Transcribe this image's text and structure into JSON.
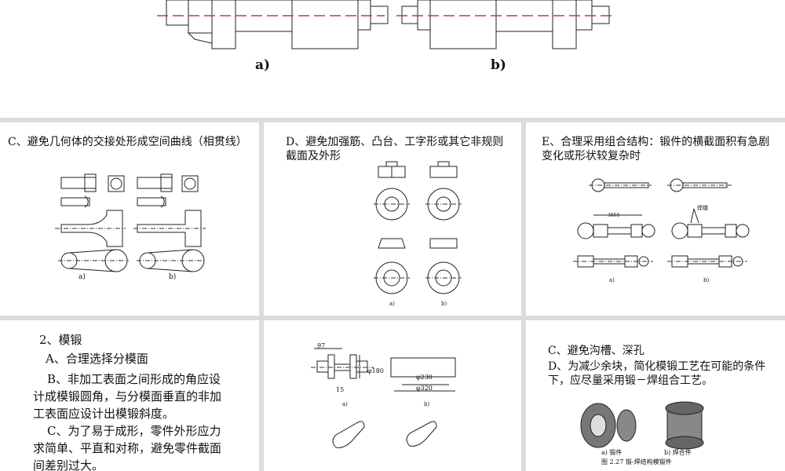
{
  "top_figure": {
    "label_a": "a)",
    "label_b": "b)"
  },
  "tile_c": {
    "title": "C、避免几何体的交接处形成空间曲线（相贯线）",
    "fig_a": "a)",
    "fig_b": "b)"
  },
  "tile_d": {
    "title": "D、避免加强筋、凸台、工字形或其它非规则截面及外形",
    "fig_a": "a)",
    "fig_b": "b)"
  },
  "tile_e": {
    "title": "E、合理采用组合结构：锻件的横截面积有急剧变化或形状较复杂时",
    "dim_1": "3855",
    "weld_label": "焊缝",
    "fig_a": "a)",
    "fig_b": "b)"
  },
  "tile_forging": {
    "heading": "2、模锻",
    "item_a": "A、合理选择分模面",
    "item_b": "B、非加工表面之间形成的角应设计成模锻圆角，与分模面垂直的非加工表面应设计出模锻斜度。",
    "item_c": "C、为了易于成形，零件外形应力求简单、平直和对称，避免零件截面间差别过大。"
  },
  "tile_fig": {
    "dim_97": "97",
    "dim_180": "φ180",
    "dim_15": "15",
    "dim_230": "φ230",
    "dim_320": "φ320",
    "fig_a": "a)",
    "fig_b": "b)"
  },
  "tile_f": {
    "item_c": "C、避免沟槽、深孔",
    "item_d": "D、为减少余块，简化模锻工艺在可能的条件下，应尽量采用锻－焊组合工艺。",
    "cap_a": "a) 锻件",
    "cap_b": "b) 焊合件",
    "fig_caption": "图 2.27  锻-焊结构模锻件"
  }
}
